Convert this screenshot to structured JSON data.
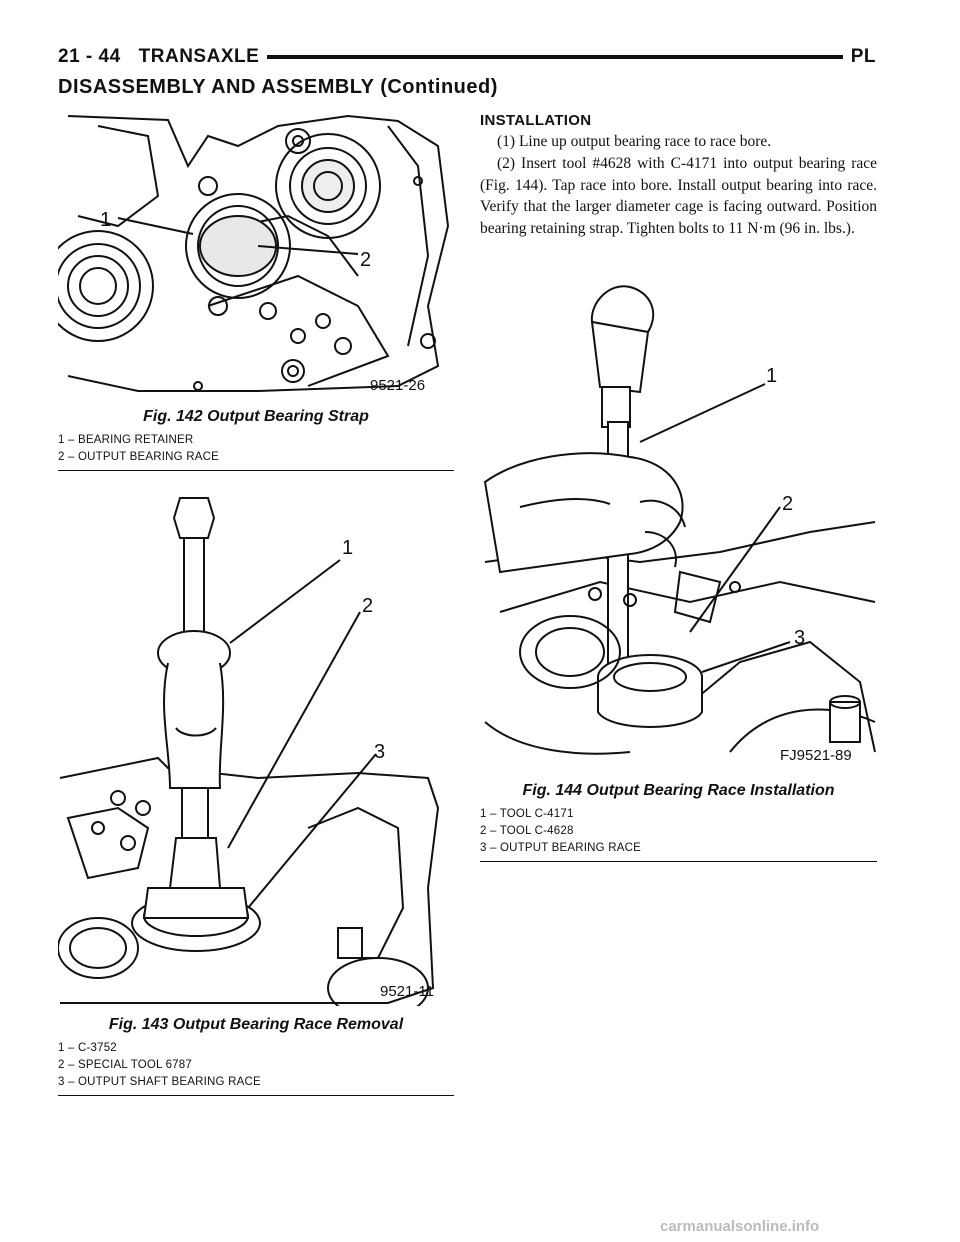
{
  "header": {
    "page_number": "21 - 44",
    "section": "TRANSAXLE",
    "model": "PL",
    "subtitle": "DISASSEMBLY AND ASSEMBLY (Continued)"
  },
  "fig142": {
    "title": "Fig. 142 Output Bearing Strap",
    "image_code": "9521-26",
    "callouts": [
      "1",
      "2"
    ],
    "legend": [
      "1 – BEARING RETAINER",
      "2 – OUTPUT BEARING RACE"
    ]
  },
  "fig143": {
    "title": "Fig. 143 Output Bearing Race Removal",
    "image_code": "9521-11",
    "callouts": [
      "1",
      "2",
      "3"
    ],
    "legend": [
      "1 – C-3752",
      "2 – SPECIAL TOOL 6787",
      "3 – OUTPUT SHAFT BEARING RACE"
    ]
  },
  "fig144": {
    "title": "Fig. 144 Output Bearing Race Installation",
    "image_code": "FJ9521-89",
    "callouts": [
      "1",
      "2",
      "3"
    ],
    "legend": [
      "1 – TOOL C-4171",
      "2 – TOOL C-4628",
      "3 – OUTPUT BEARING RACE"
    ]
  },
  "installation": {
    "title": "INSTALLATION",
    "steps": [
      "(1) Line up output bearing race to race bore.",
      "(2) Insert tool #4628 with C-4171 into output bearing race (Fig. 144). Tap race into bore. Install output bearing into race. Verify that the larger diameter cage is facing outward. Position bearing retaining strap. Tighten bolts to 11 N·m (96 in. lbs.)."
    ]
  },
  "footer": {
    "watermark": "carmanualsonline.info"
  }
}
